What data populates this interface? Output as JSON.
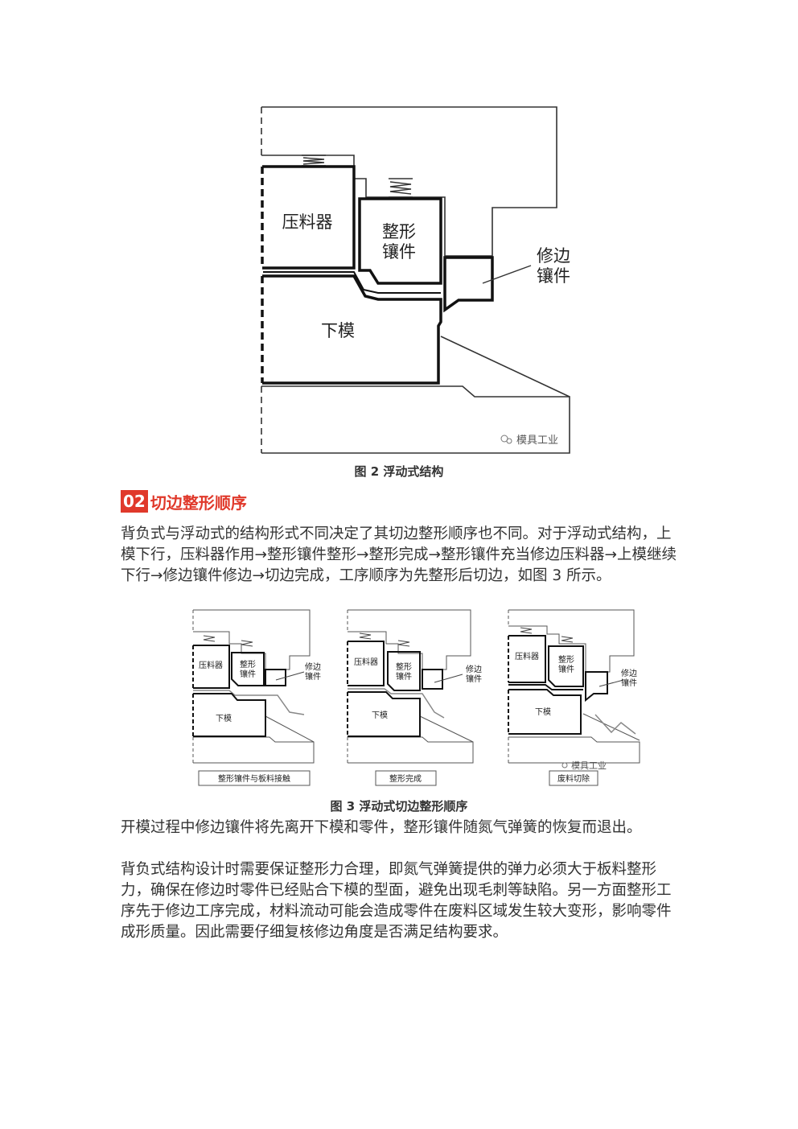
{
  "figure2": {
    "labels": {
      "pressure_pad": "压料器",
      "shaping_insert_line1": "整形",
      "shaping_insert_line2": "镶件",
      "trim_insert_line1": "修边",
      "trim_insert_line2": "镶件",
      "lower_die": "下模"
    },
    "watermark": "模具工业",
    "caption": "图 2  浮动式结构"
  },
  "section": {
    "number": "02",
    "title": "切边整形顺序"
  },
  "paragraph1": "背负式与浮动式的结构形式不同决定了其切边整形顺序也不同。对于浮动式结构，上模下行，压料器作用→整形镶件整形→整形完成→整形镶件充当修边压料器→上模继续下行→修边镶件修边→切边完成，工序顺序为先整形后切边，如图 3 所示。",
  "figure3": {
    "labels": {
      "pressure_pad": "压料器",
      "shaping_insert_line1": "整形",
      "shaping_insert_line2": "镶件",
      "trim_insert_line1": "修边",
      "trim_insert_line2": "镶件",
      "lower_die": "下模"
    },
    "stages": [
      "整形镶件与板料接触",
      "整形完成",
      "废料切除"
    ],
    "watermark": "模具工业",
    "caption": "图 3  浮动式切边整形顺序"
  },
  "paragraph2": "开模过程中修边镶件将先离开下模和零件，整形镶件随氮气弹簧的恢复而退出。",
  "paragraph3": "背负式结构设计时需要保证整形力合理，即氮气弹簧提供的弹力必须大于板料整形力，确保在修边时零件已经贴合下模的型面，避免出现毛刺等缺陷。另一方面整形工序先于修边工序完成，材料流动可能会造成零件在废料区域发生较大变形，影响零件成形质量。因此需要仔细复核修边角度是否满足结构要求。"
}
